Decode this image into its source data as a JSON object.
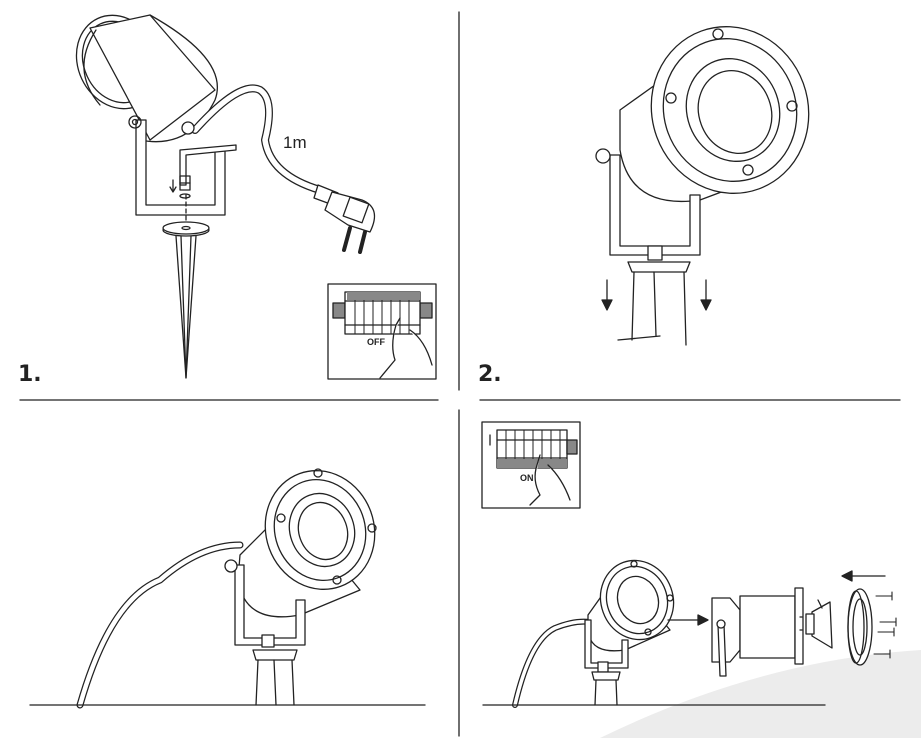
{
  "steps": {
    "one": "1.",
    "two": "2."
  },
  "labels": {
    "cable_length": "1m",
    "switch_off": "OFF",
    "switch_on": "ON"
  },
  "colors": {
    "line": "#222222",
    "fill_grey": "#888888",
    "shade": "#ececec"
  },
  "icons": [
    "spotlight-icon",
    "ground-spike-icon",
    "plug-icon",
    "breaker-panel-icon",
    "hand-icon",
    "allen-key-icon",
    "screw-icon",
    "arrow-icon"
  ]
}
